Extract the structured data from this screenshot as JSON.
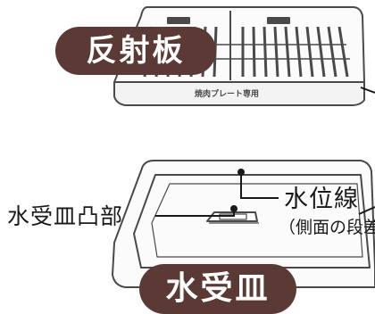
{
  "labels": {
    "reflector": "反射板",
    "water_line": "水位線",
    "water_line_note": "（側面の段差",
    "tray_protrusion": "水受皿凸部",
    "water_tray": "水受皿",
    "plate_marking": "焼肉プレート専用"
  },
  "icons": [
    "reflector-plate-illustration",
    "water-tray-illustration",
    "leader-line"
  ],
  "colors": {
    "pill_background": "#5b3a35",
    "pill_text": "#ffffff",
    "line_art": "#4a4a4a",
    "text": "#1a1a1a"
  }
}
